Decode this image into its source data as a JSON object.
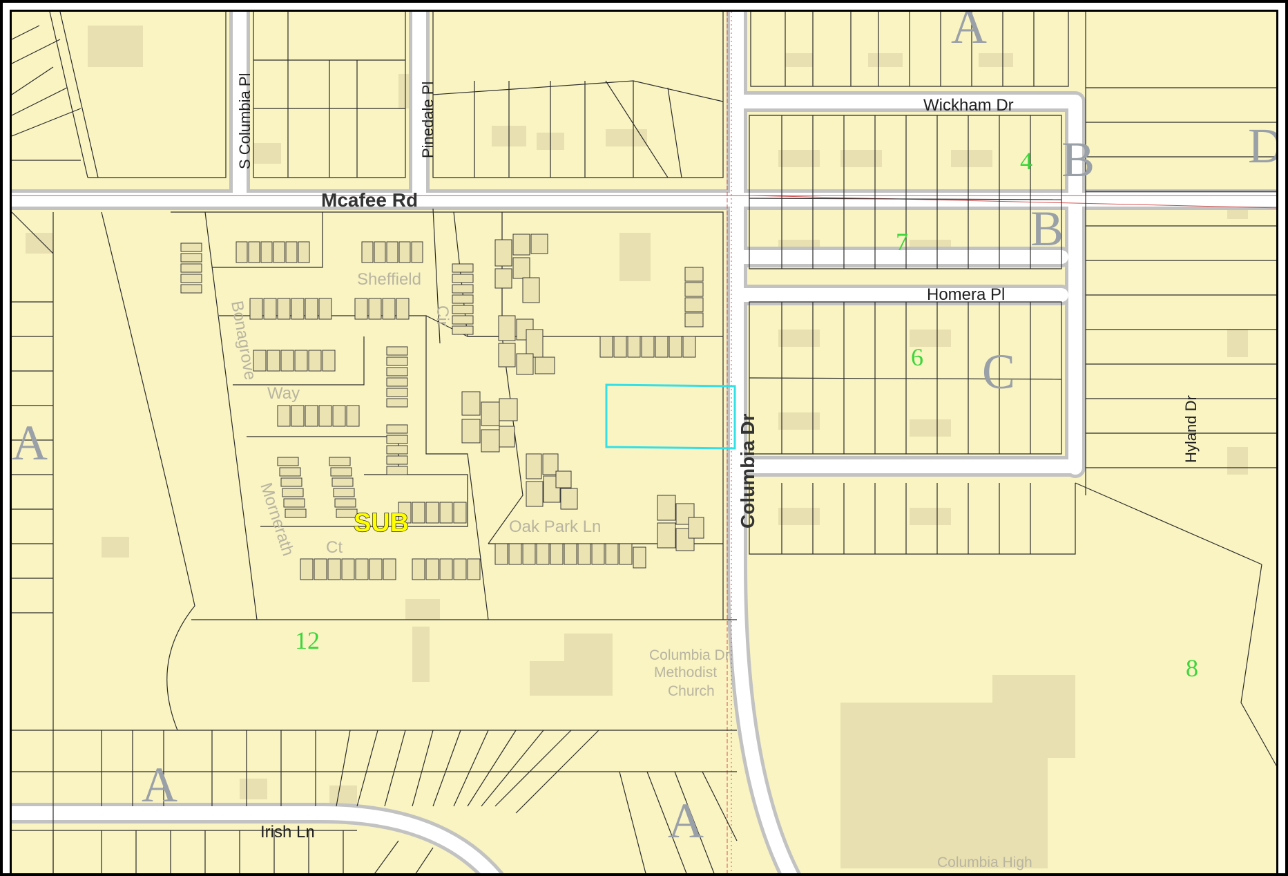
{
  "map": {
    "streets": {
      "mcafee": "Mcafee Rd",
      "columbia_dr": "Columbia Dr",
      "s_columbia_pl": "S Columbia Pl",
      "pinedale_pl": "Pinedale Pl",
      "wickham_dr": "Wickham Dr",
      "homera_pl": "Homera Pl",
      "hyland_dr": "Hyland Dr",
      "irish_ln": "Irish Ln",
      "sheffield": "Sheffield",
      "cir": "Cir",
      "bonagrove": "Bonagrove",
      "way": "Way",
      "oak_park_ln": "Oak Park Ln",
      "mornerath": "Mornerath",
      "ct": "Ct"
    },
    "places": {
      "church_line1": "Columbia Dr",
      "church_line2": "Methodist",
      "church_line3": "Church",
      "school": "Columbia High"
    },
    "zones": {
      "a_top": "A",
      "b_upper": "B",
      "b_lower": "B",
      "c": "C",
      "d_edge": "D",
      "a_left": "A",
      "a_bottom_left": "A",
      "a_bottom_mid": "A",
      "sub": "SUB"
    },
    "numbers": {
      "n4": "4",
      "n7": "7",
      "n6": "6",
      "n12": "12",
      "n8": "8"
    },
    "colors": {
      "parcel_fill": "#f9f4c2",
      "road_fill": "#ffffff",
      "road_edge": "#bdbdbd",
      "building": "#e6deae",
      "highlight": "#33e0e6",
      "zone_number": "#3bd63b",
      "sub_label": "#ffff00"
    }
  }
}
